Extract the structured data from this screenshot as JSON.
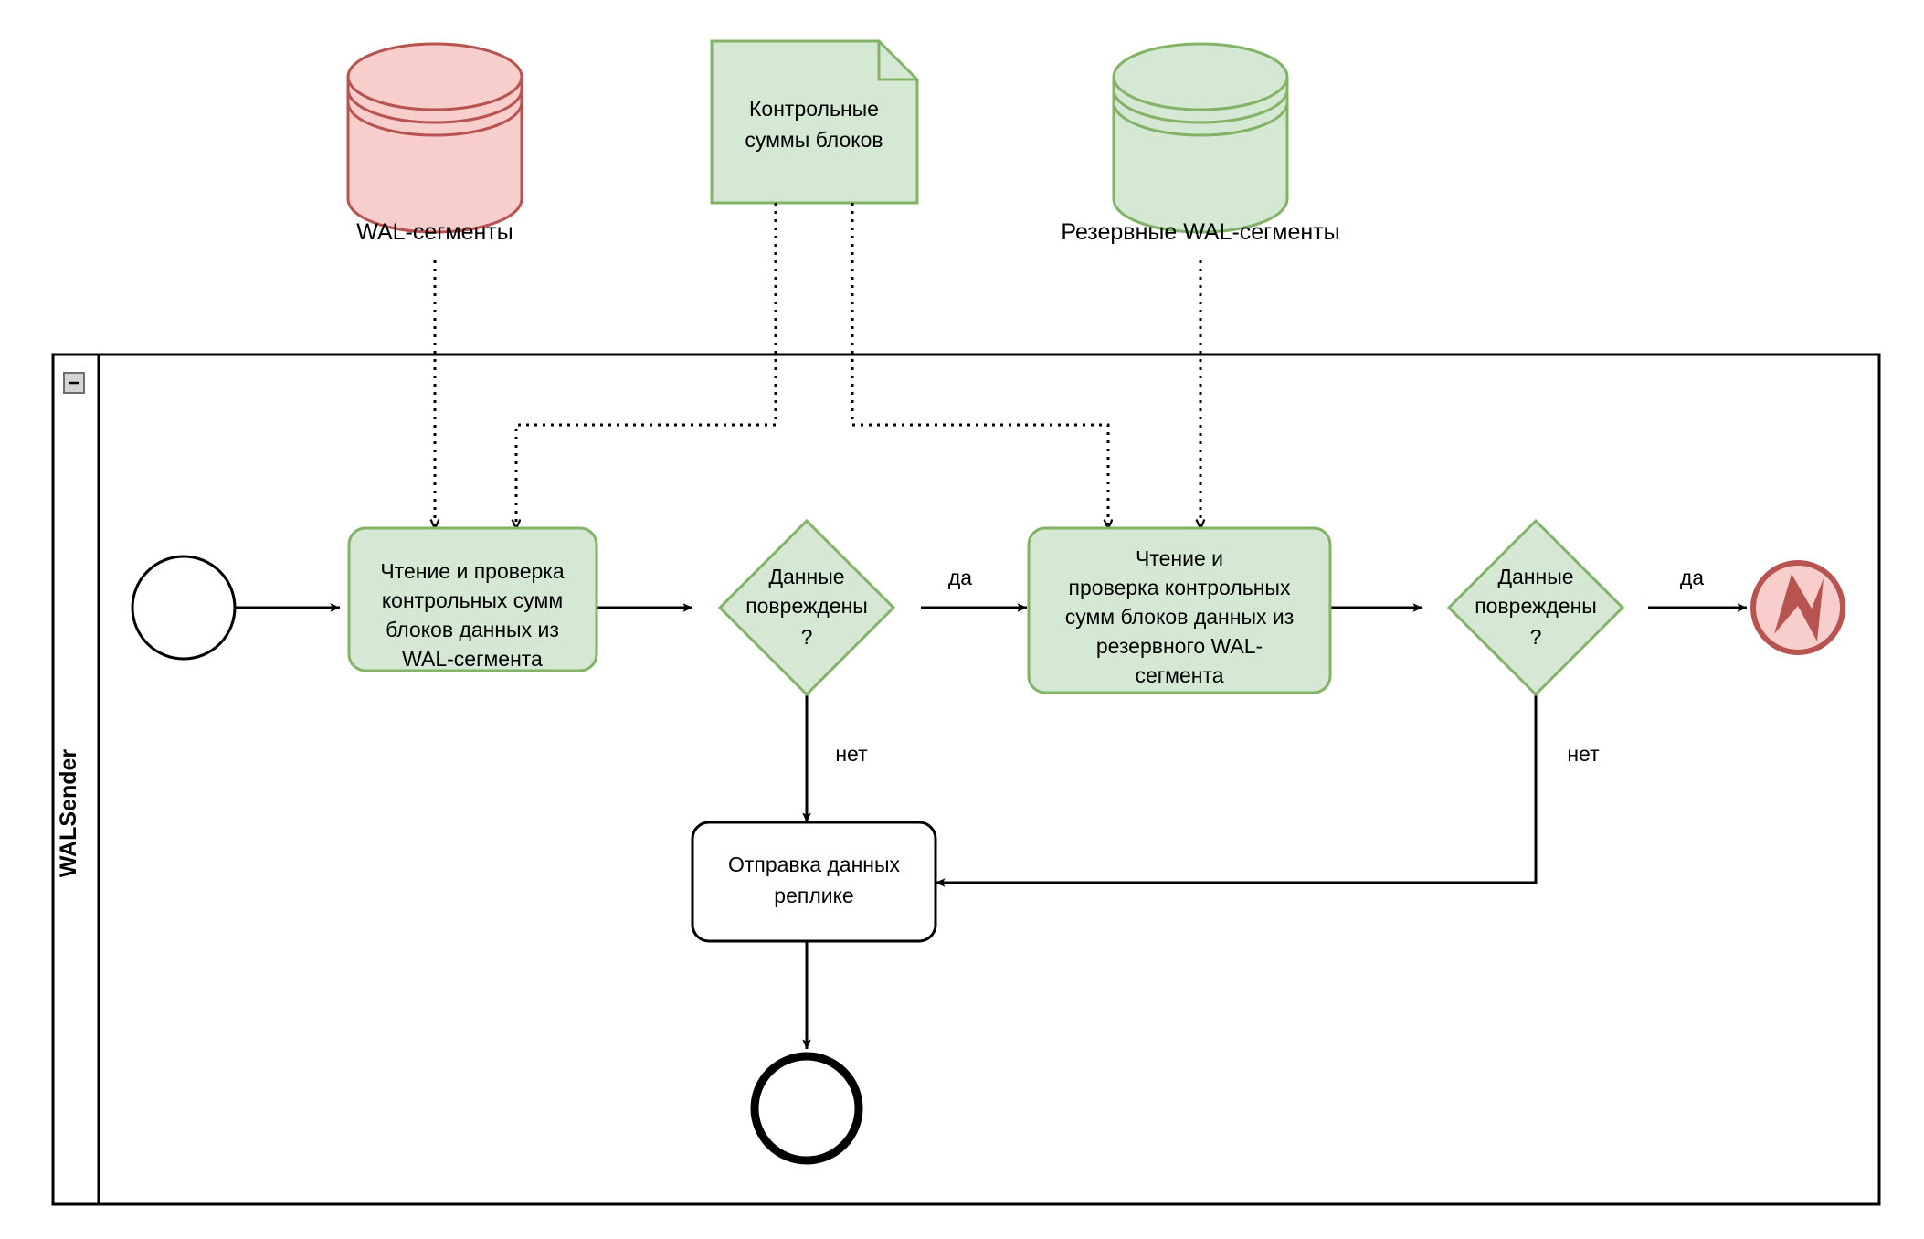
{
  "diagram": {
    "type": "bpmn-process",
    "background": "#ffffff"
  },
  "pool": {
    "name": "WALSender",
    "collapse_button_label": "−",
    "border_color": "#000000",
    "fill": "#ffffff"
  },
  "palette": {
    "green_fill": "#d5e8d4",
    "green_stroke": "#82b366",
    "red_fill": "#f8cecc",
    "red_stroke": "#b85450",
    "white_fill": "#ffffff",
    "black_stroke": "#000000"
  },
  "artifacts": [
    {
      "id": "wal-segments-store",
      "kind": "data-store-cylinder",
      "label": "WAL-сегменты",
      "fill": "#f8cecc",
      "stroke": "#b85450"
    },
    {
      "id": "block-checksums-note",
      "kind": "data-object-note",
      "label": "Контрольные\nсуммы блоков",
      "label_line1": "Контрольные",
      "label_line2": "суммы блоков",
      "fill": "#d5e8d4",
      "stroke": "#82b366"
    },
    {
      "id": "backup-wal-segments-store",
      "kind": "data-store-cylinder",
      "label": "Резервные WAL-сегменты",
      "fill": "#d5e8d4",
      "stroke": "#82b366"
    }
  ],
  "nodes": [
    {
      "id": "start-event",
      "kind": "start-event",
      "label": "",
      "fill": "#ffffff",
      "stroke": "#000000"
    },
    {
      "id": "task-read-check-wal",
      "kind": "task",
      "label": "Чтение и проверка контрольных сумм блоков данных из WAL-сегмента",
      "lines": [
        "Чтение и проверка",
        "контрольных сумм",
        "блоков данных из",
        "WAL-сегмента"
      ],
      "fill": "#d5e8d4",
      "stroke": "#82b366"
    },
    {
      "id": "gateway-corrupted-1",
      "kind": "exclusive-gateway",
      "label": "Данные повреждены ?",
      "lines": [
        "Данные",
        "повреждены",
        "?"
      ],
      "fill": "#d5e8d4",
      "stroke": "#82b366"
    },
    {
      "id": "task-read-check-backup-wal",
      "kind": "task",
      "label": "Чтение и проверка контрольных сумм блоков данных из резервного WAL-сегмента",
      "lines": [
        "Чтение и",
        "проверка контрольных",
        "сумм блоков данных из",
        "резервного WAL-",
        "сегмента"
      ],
      "fill": "#d5e8d4",
      "stroke": "#82b366"
    },
    {
      "id": "gateway-corrupted-2",
      "kind": "exclusive-gateway",
      "label": "Данные повреждены ?",
      "lines": [
        "Данные",
        "повреждены",
        "?"
      ],
      "fill": "#d5e8d4",
      "stroke": "#82b366"
    },
    {
      "id": "error-end-event",
      "kind": "error-end-event",
      "label": "",
      "icon": "lightning-bolt-icon",
      "fill": "#f8cecc",
      "stroke": "#b85450"
    },
    {
      "id": "task-send-data-to-replica",
      "kind": "task",
      "label": "Отправка данных реплике",
      "lines": [
        "Отправка данных",
        "реплике"
      ],
      "fill": "#ffffff",
      "stroke": "#000000"
    },
    {
      "id": "end-event",
      "kind": "end-event",
      "label": "",
      "fill": "#ffffff",
      "stroke": "#000000"
    }
  ],
  "edges": [
    {
      "id": "e1",
      "from": "start-event",
      "to": "task-read-check-wal",
      "label": "",
      "style": "solid"
    },
    {
      "id": "e2",
      "from": "task-read-check-wal",
      "to": "gateway-corrupted-1",
      "label": "",
      "style": "solid"
    },
    {
      "id": "e3",
      "from": "gateway-corrupted-1",
      "to": "task-read-check-backup-wal",
      "label": "да",
      "style": "solid"
    },
    {
      "id": "e4",
      "from": "gateway-corrupted-1",
      "to": "task-send-data-to-replica",
      "label": "нет",
      "style": "solid"
    },
    {
      "id": "e5",
      "from": "task-read-check-backup-wal",
      "to": "gateway-corrupted-2",
      "label": "",
      "style": "solid"
    },
    {
      "id": "e6",
      "from": "gateway-corrupted-2",
      "to": "error-end-event",
      "label": "да",
      "style": "solid"
    },
    {
      "id": "e7",
      "from": "gateway-corrupted-2",
      "to": "task-send-data-to-replica",
      "label": "нет",
      "style": "solid"
    },
    {
      "id": "e8",
      "from": "task-send-data-to-replica",
      "to": "end-event",
      "label": "",
      "style": "solid"
    },
    {
      "id": "a1",
      "from": "wal-segments-store",
      "to": "task-read-check-wal",
      "label": "",
      "style": "dotted"
    },
    {
      "id": "a2",
      "from": "block-checksums-note",
      "to": "task-read-check-wal",
      "label": "",
      "style": "dotted"
    },
    {
      "id": "a3",
      "from": "block-checksums-note",
      "to": "task-read-check-backup-wal",
      "label": "",
      "style": "dotted"
    },
    {
      "id": "a4",
      "from": "backup-wal-segments-store",
      "to": "task-read-check-backup-wal",
      "label": "",
      "style": "dotted"
    }
  ],
  "edge_labels": {
    "yes_1": "да",
    "no_1": "нет",
    "yes_2": "да",
    "no_2": "нет"
  }
}
